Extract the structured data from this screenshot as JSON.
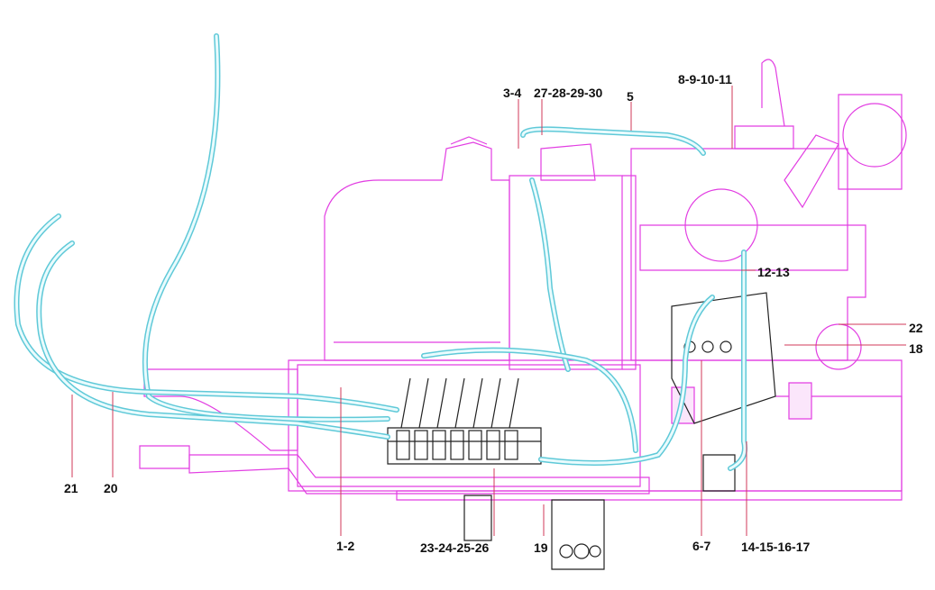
{
  "diagram": {
    "colors": {
      "frame": "#e23ee2",
      "hose": "#5fc9d8",
      "leader": "#d03a5a",
      "text": "#111111"
    },
    "callouts": [
      {
        "id": "c34",
        "text": "3-4"
      },
      {
        "id": "c2730",
        "text": "27-28-29-30"
      },
      {
        "id": "c5",
        "text": "5"
      },
      {
        "id": "c811",
        "text": "8-9-10-11"
      },
      {
        "id": "c1213",
        "text": "12-13"
      },
      {
        "id": "c22",
        "text": "22"
      },
      {
        "id": "c18",
        "text": "18"
      },
      {
        "id": "c21",
        "text": "21"
      },
      {
        "id": "c20",
        "text": "20"
      },
      {
        "id": "c12",
        "text": "1-2"
      },
      {
        "id": "c2326",
        "text": "23-24-25-26"
      },
      {
        "id": "c19",
        "text": "19"
      },
      {
        "id": "c67",
        "text": "6-7"
      },
      {
        "id": "c1417",
        "text": "14-15-16-17"
      }
    ]
  }
}
